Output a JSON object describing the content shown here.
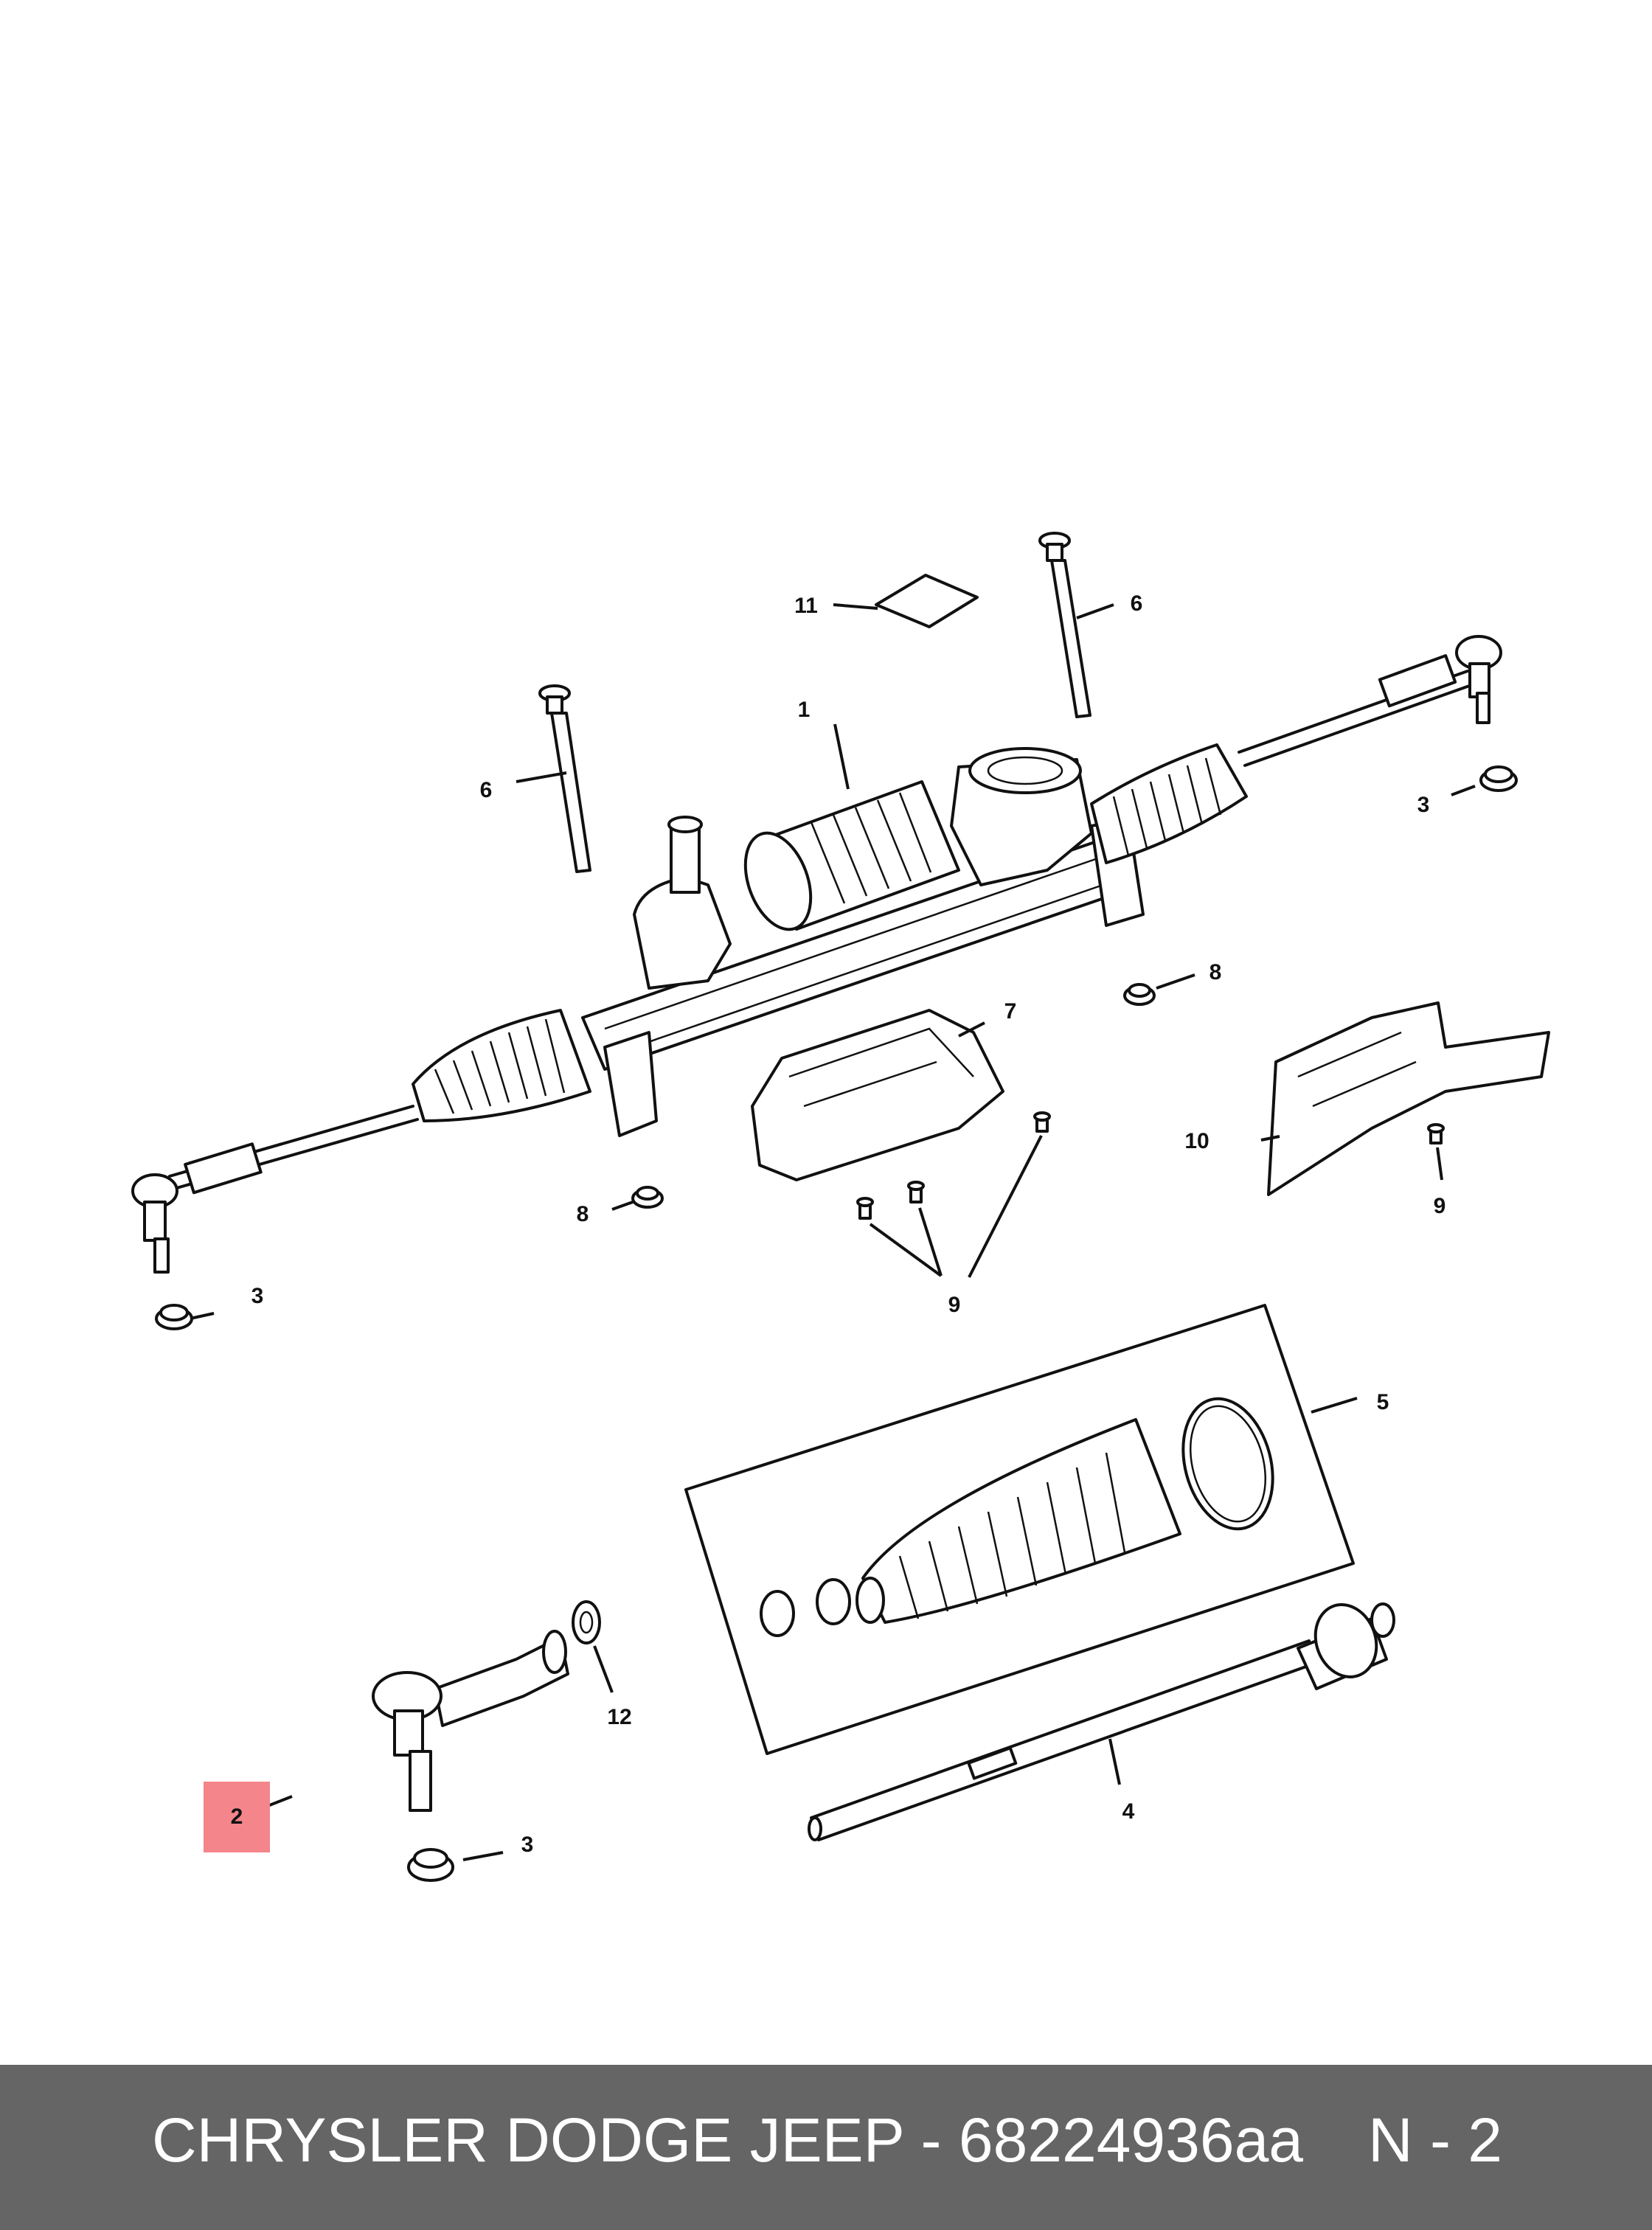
{
  "diagram": {
    "callouts": {
      "c1": "1",
      "c2": "2",
      "c3a": "3",
      "c3b": "3",
      "c3c": "3",
      "c4": "4",
      "c5": "5",
      "c6a": "6",
      "c6b": "6",
      "c7": "7",
      "c8a": "8",
      "c8b": "8",
      "c9a": "9",
      "c9b": "9",
      "c10": "10",
      "c11": "11",
      "c12": "12"
    },
    "highlighted_callout": "2",
    "highlight_color": "#f4858a"
  },
  "footer": {
    "caption": "CHRYSLER DODGE JEEP - 68224936aa",
    "page": "N - 2",
    "background_color": "#656565"
  }
}
